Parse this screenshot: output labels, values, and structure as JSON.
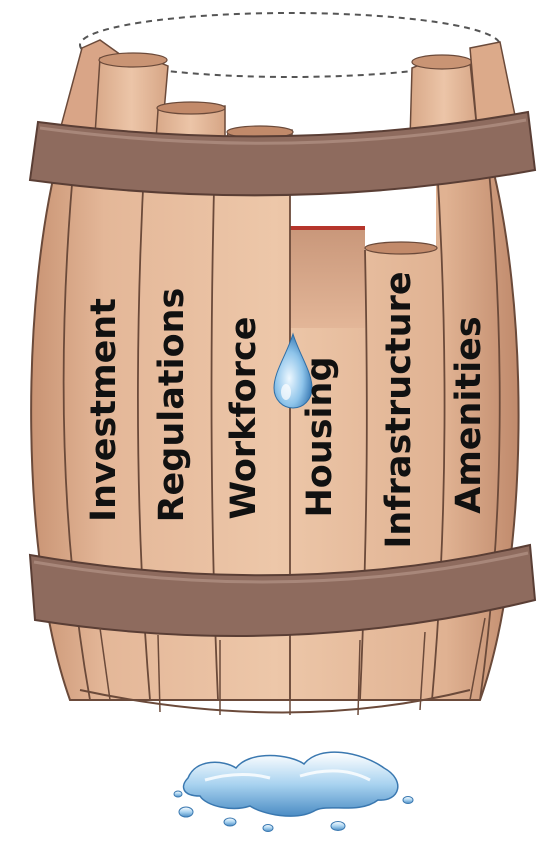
{
  "diagram": {
    "staves": [
      {
        "key": "investment",
        "label": "Investment"
      },
      {
        "key": "regulations",
        "label": "Regulations"
      },
      {
        "key": "workforce",
        "label": "Workforce"
      },
      {
        "key": "housing",
        "label": "Housing"
      },
      {
        "key": "infrastructure",
        "label": "Infrastructure"
      },
      {
        "key": "amenities",
        "label": "Amenities"
      }
    ]
  },
  "colors": {
    "wood_light": "#e8bfa0",
    "wood_mid": "#d9a888",
    "wood_dark": "#c48e6e",
    "stave_line": "#6b4a3a",
    "hoop": "#8e6b5e",
    "hoop_dark": "#6f5048",
    "water": "#7fb6e0",
    "water_highlight": "#e9f5ff",
    "housing_top": "#b5352b"
  }
}
